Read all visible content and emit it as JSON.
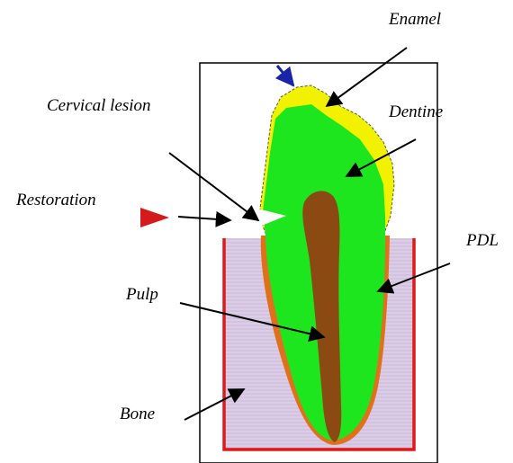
{
  "labels": {
    "enamel": "Enamel",
    "cervical_lesion": "Cervical lesion",
    "dentine": "Dentine",
    "restoration": "Restoration",
    "pdl": "PDL",
    "pulp": "Pulp",
    "bone": "Bone"
  },
  "colors": {
    "enamel": "#f2f200",
    "dentine": "#1ee61e",
    "pulp": "#8a4a12",
    "pdl": "#e0701c",
    "bone": "#d8c8e4",
    "bone_edge": "#e01818",
    "restoration_marker": "#d41a1a",
    "load_arrow": "#1a24a8",
    "frame": "#000000",
    "outline": "#555555"
  }
}
